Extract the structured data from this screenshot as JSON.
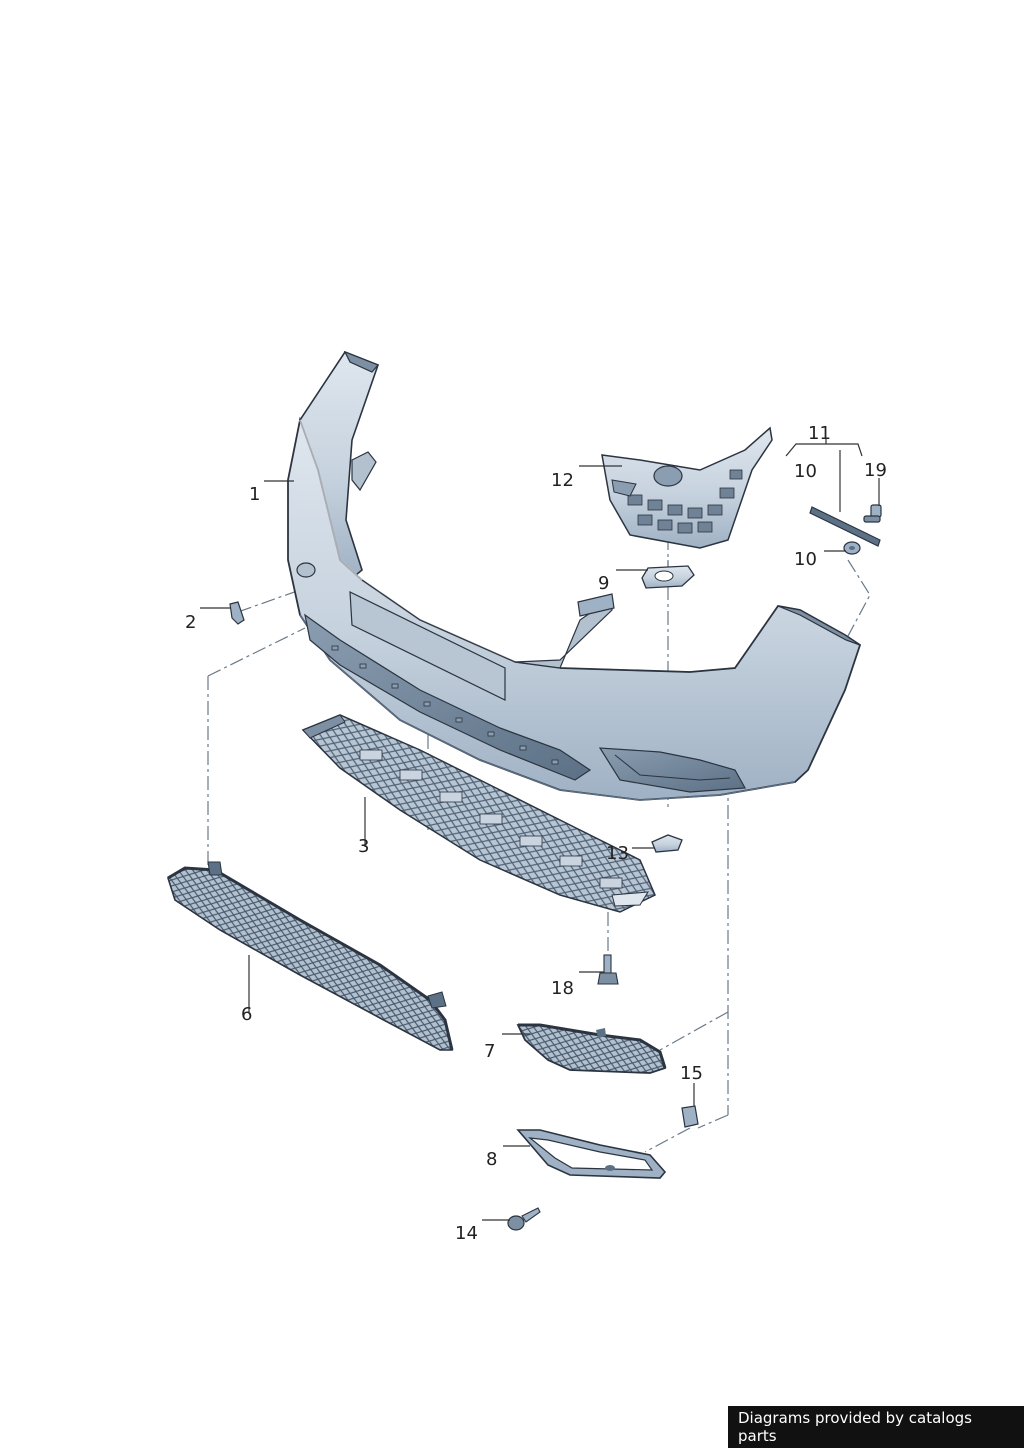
{
  "diagram": {
    "callouts": [
      {
        "id": "1",
        "label": "1"
      },
      {
        "id": "2",
        "label": "2"
      },
      {
        "id": "3",
        "label": "3"
      },
      {
        "id": "6",
        "label": "6"
      },
      {
        "id": "7",
        "label": "7"
      },
      {
        "id": "8",
        "label": "8"
      },
      {
        "id": "9",
        "label": "9"
      },
      {
        "id": "10a",
        "label": "10"
      },
      {
        "id": "10b",
        "label": "10"
      },
      {
        "id": "11",
        "label": "11"
      },
      {
        "id": "12",
        "label": "12"
      },
      {
        "id": "13",
        "label": "13"
      },
      {
        "id": "14",
        "label": "14"
      },
      {
        "id": "15",
        "label": "15"
      },
      {
        "id": "18",
        "label": "18"
      },
      {
        "id": "19",
        "label": "19"
      }
    ],
    "colors": {
      "part_fill": "#c9d4e0",
      "part_shade": "#9fb1c4",
      "part_dark": "#5d7186",
      "outline": "#2b3440",
      "leader": "#333333",
      "dash": "#6a7a88"
    }
  },
  "footer": {
    "credit": "Diagrams provided by catalogs parts"
  }
}
